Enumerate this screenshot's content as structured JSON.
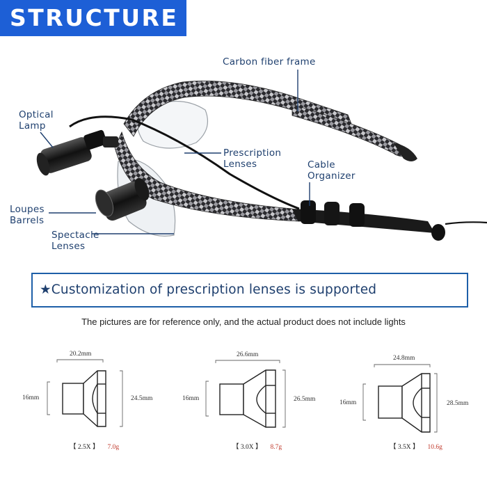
{
  "header": {
    "title": "STRUCTURE"
  },
  "callouts": {
    "carbon_frame": "Carbon fiber frame",
    "optical_lamp": [
      "Optical",
      "Lamp"
    ],
    "prescription_lenses": [
      "Prescription",
      "Lenses"
    ],
    "cable_organizer": [
      "Cable",
      "Organizer"
    ],
    "loupes_barrels": [
      "Loupes",
      "Barrels"
    ],
    "spectacle_lenses": [
      "Spectacle",
      "Lenses"
    ]
  },
  "customization": {
    "star": "★",
    "text": "Customization of prescription lenses is supported"
  },
  "disclaimer": "The pictures are for reference only, and the actual product does not include lights",
  "specs": [
    {
      "top_width": "20.2mm",
      "left_height": "16mm",
      "right_height": "24.5mm",
      "magnification": "【 2.5X 】",
      "weight": "7.0g"
    },
    {
      "top_width": "26.6mm",
      "left_height": "16mm",
      "right_height": "26.5mm",
      "magnification": "【 3.0X 】",
      "weight": "8.7g"
    },
    {
      "top_width": "24.8mm",
      "left_height": "16mm",
      "right_height": "28.5mm",
      "magnification": "【 3.5X 】",
      "weight": "10.6g"
    }
  ],
  "colors": {
    "banner": "#1d5fd6",
    "callout_text": "#1e3f6e",
    "box_border": "#1d5fa8",
    "weight": "#c0392b"
  }
}
